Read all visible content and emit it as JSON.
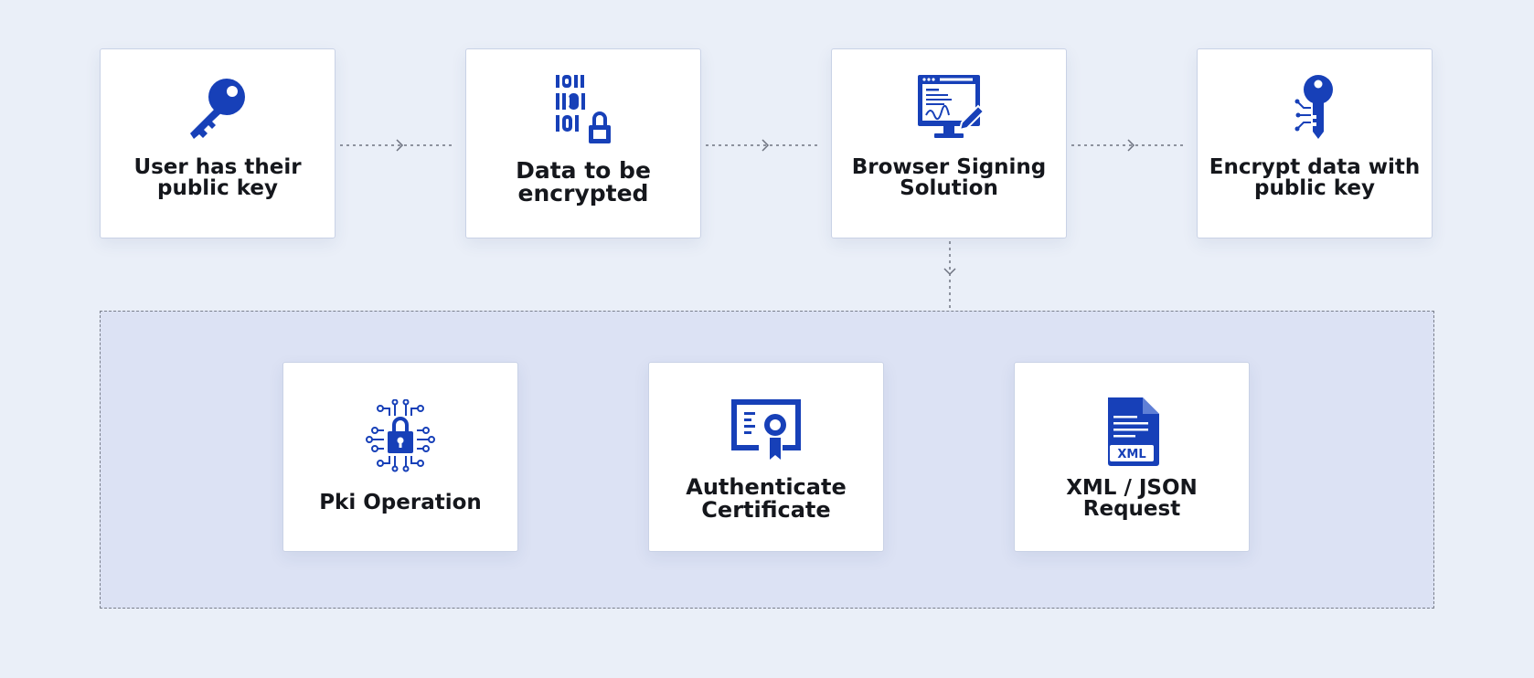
{
  "colors": {
    "background": "#eaeff8",
    "group_background": "#dce2f4",
    "icon_blue": "#1740b8",
    "text": "#15171c",
    "connector": "#6e7380"
  },
  "steps": [
    {
      "label_line1": "User has their",
      "label_line2": "public key",
      "icon": "key-icon"
    },
    {
      "label_line1": "Data to be",
      "label_line2": "encrypted",
      "icon": "binary-lock-icon"
    },
    {
      "label_line1": "Browser Signing",
      "label_line2": "Solution",
      "icon": "monitor-signing-icon"
    },
    {
      "label_line1": "Encrypt data with",
      "label_line2": "public key",
      "icon": "circuit-key-icon"
    }
  ],
  "group": {
    "items": [
      {
        "label_line1": "Pki Operation",
        "label_line2": "",
        "icon": "circuit-lock-icon"
      },
      {
        "label_line1": "Authenticate",
        "label_line2": "Certificate",
        "icon": "certificate-icon"
      },
      {
        "label_line1": "XML / JSON",
        "label_line2": "Request",
        "icon": "xml-file-icon",
        "badge": "XML"
      }
    ]
  }
}
